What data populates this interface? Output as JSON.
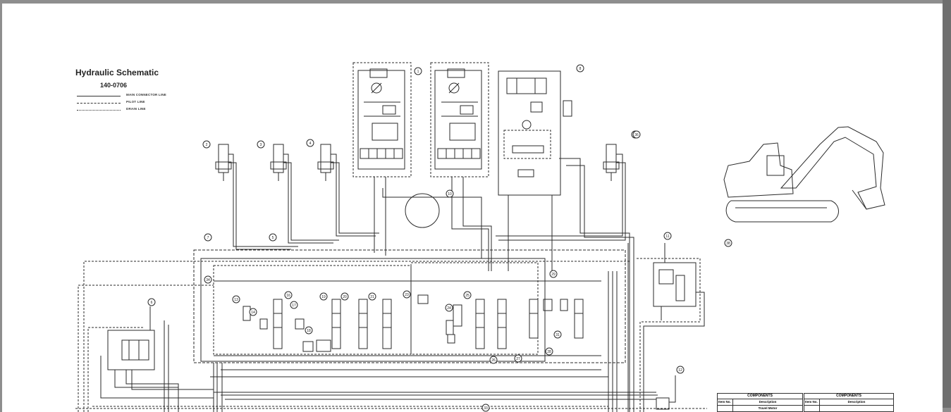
{
  "schematic": {
    "title": "Hydraulic Schematic",
    "subtitle": "140-0706",
    "legend": [
      {
        "label": "MAIN CONNECTOR LINE",
        "style": "solid"
      },
      {
        "label": "PILOT LINE",
        "style": "dashed"
      },
      {
        "label": "DRAIN LINE",
        "style": "dotted"
      }
    ]
  },
  "callouts": [
    "1",
    "2",
    "3",
    "4",
    "5",
    "6",
    "7",
    "8",
    "9",
    "10",
    "11",
    "12",
    "13",
    "14",
    "16",
    "17",
    "18",
    "19",
    "20",
    "21",
    "23",
    "24",
    "25",
    "26",
    "27",
    "28",
    "29",
    "31",
    "33",
    "34",
    "36",
    "38"
  ],
  "components_tables": [
    {
      "heading": "COMPONENTS",
      "col1": "Item No.",
      "col2": "Description",
      "row": "Travel Motor"
    },
    {
      "heading": "COMPONENTS",
      "col1": "Item No.",
      "col2": "Description",
      "row": ""
    }
  ],
  "colors": {
    "line": "#2a2a2a",
    "viewer_bg": "#8e8e8e",
    "sheet": "#ffffff"
  }
}
